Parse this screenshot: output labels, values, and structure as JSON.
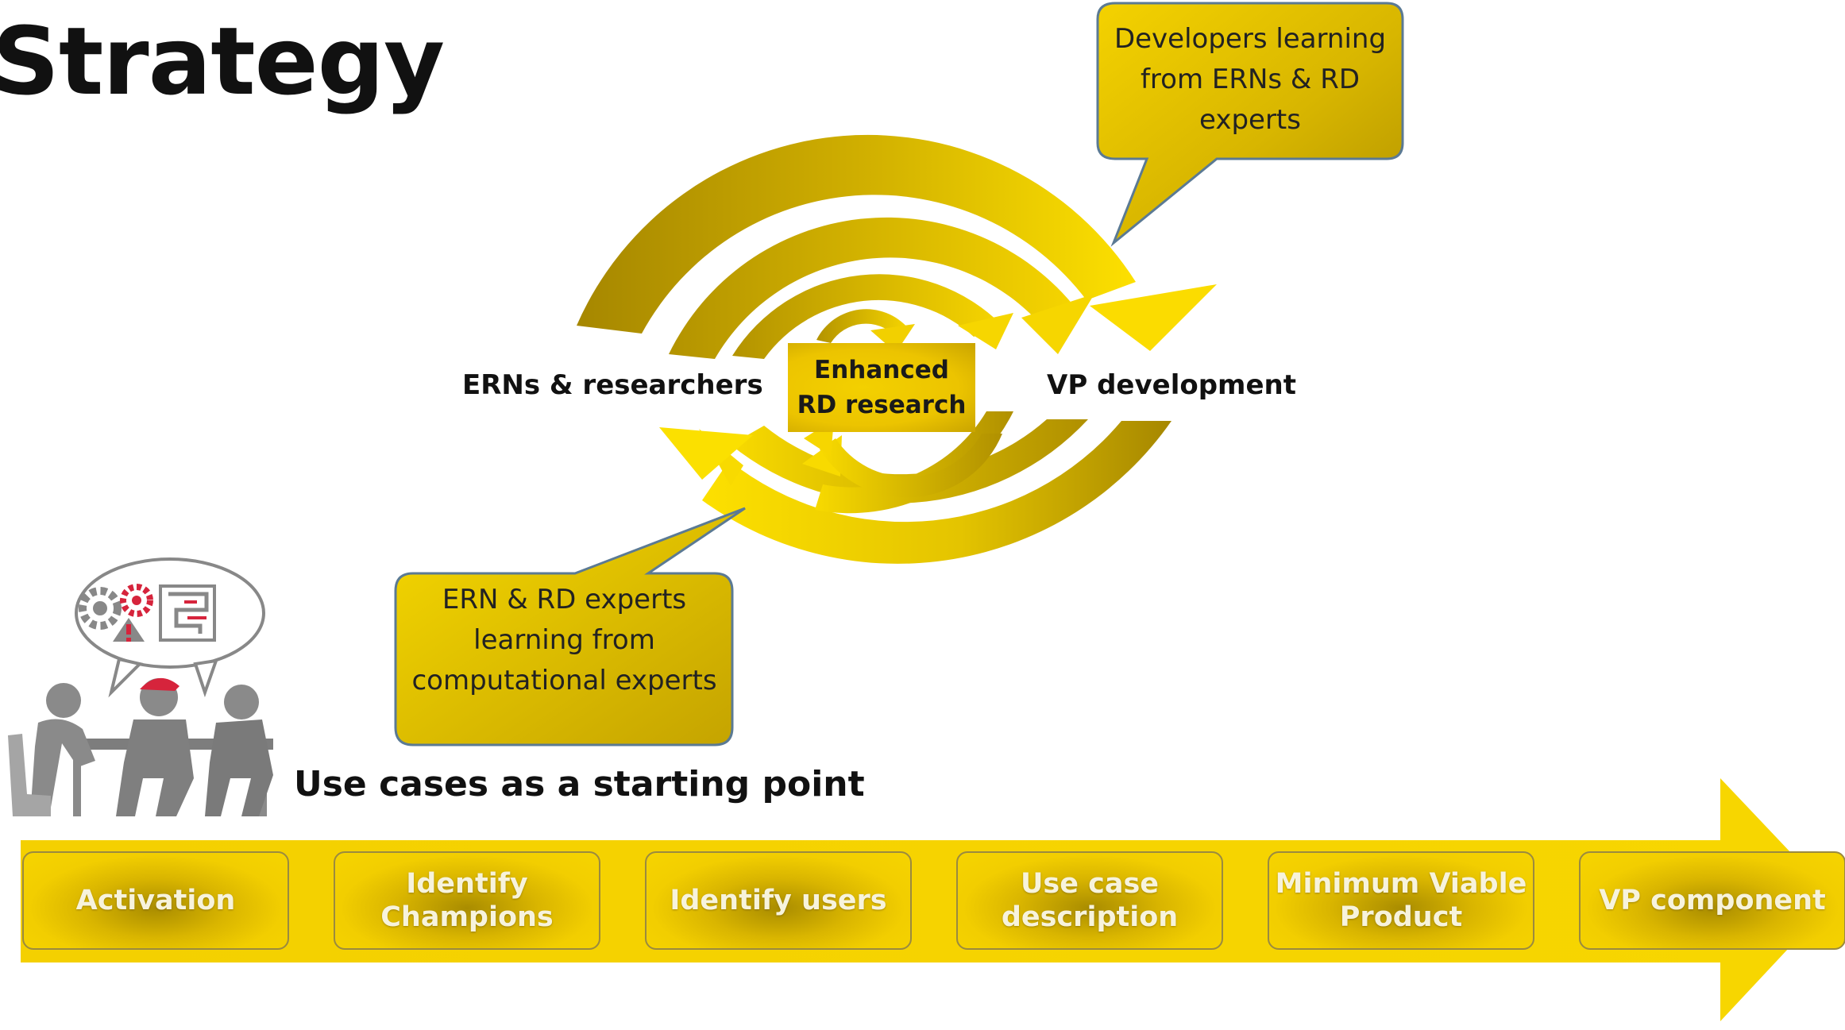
{
  "title": "Strategy",
  "cycle": {
    "left_label": "ERNs & researchers",
    "right_label": "VP development",
    "core_line1": "Enhanced",
    "core_line2": "RD research"
  },
  "callouts": {
    "developers": "Developers learning from ERNs & RD experts",
    "ern_experts": "ERN & RD experts learning from computational experts"
  },
  "use_cases_heading": "Use cases as a starting point",
  "stages": [
    "Activation",
    "Identify\nChampions",
    "Identify users",
    "Use case\ndescription",
    "Minimum Viable\nProduct",
    "VP component"
  ],
  "colors": {
    "gold_light": "#f8dc00",
    "gold_dark": "#a88a00",
    "callout_edge": "#5b7a94",
    "people_grey": "#888888",
    "accent_red": "#d6243c"
  },
  "icons": [
    "gears-icon",
    "warning-icon",
    "maze-icon",
    "speech-bubble-icon",
    "people-meeting-icon"
  ]
}
